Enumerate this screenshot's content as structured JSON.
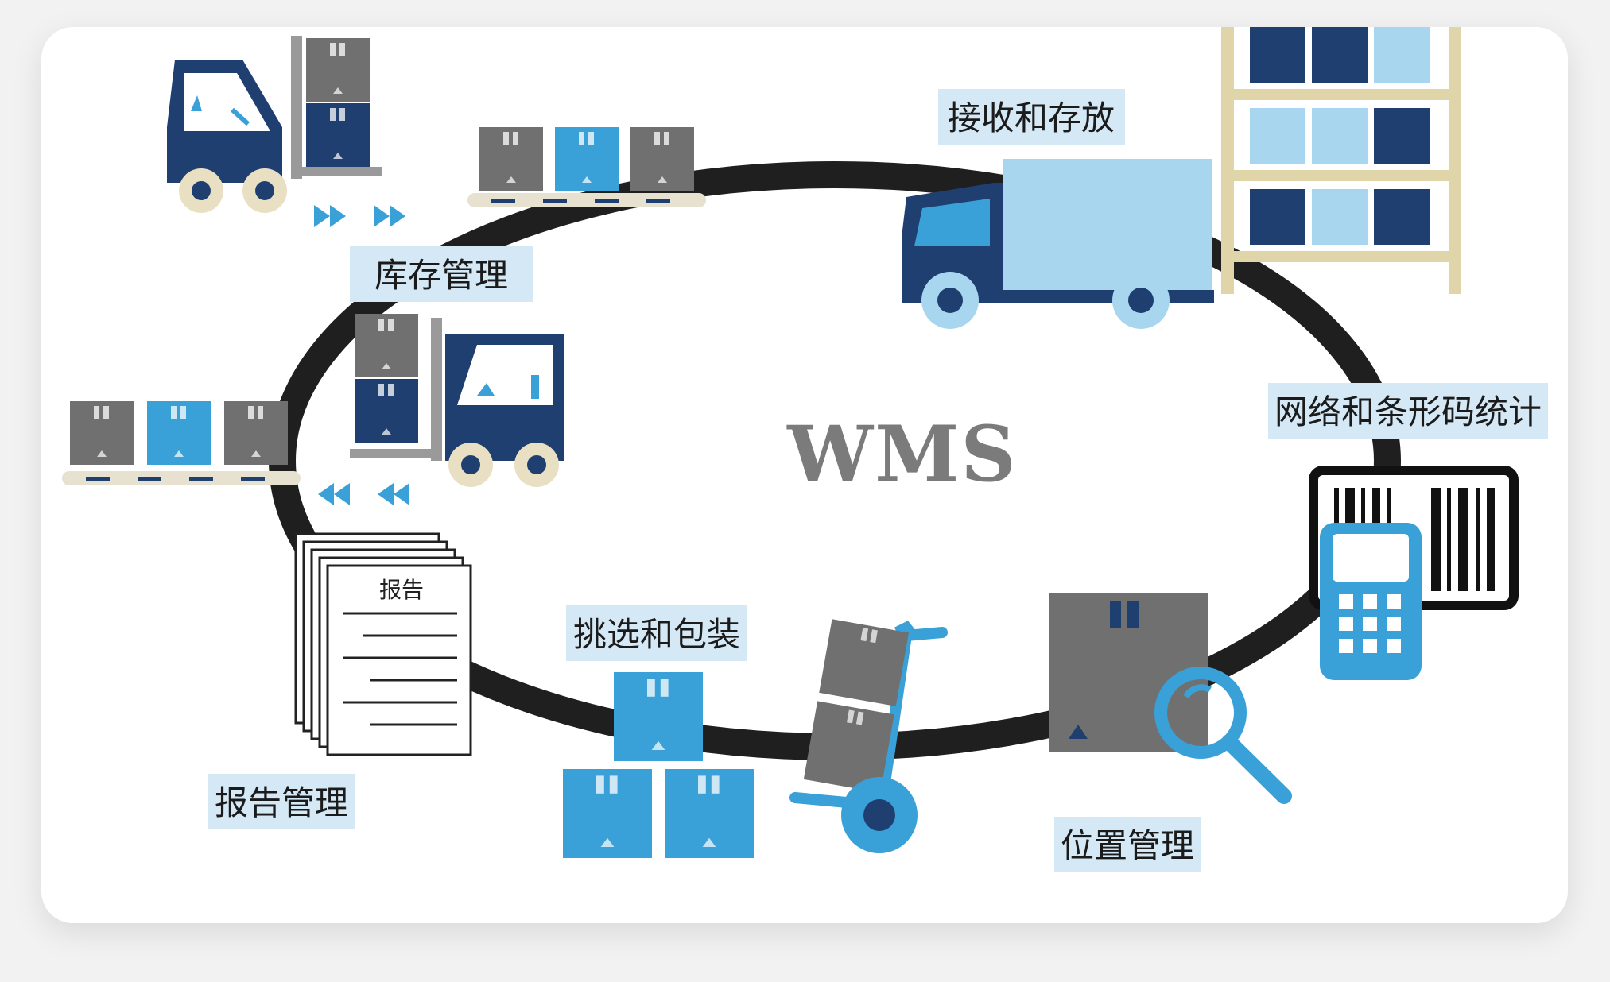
{
  "diagram": {
    "center_title": "WMS",
    "labels": {
      "receiving": "接收和存放",
      "inventory": "库存管理",
      "network_barcode": "网络和条形码统计",
      "picking_packing": "挑选和包装",
      "location": "位置管理",
      "report_mgmt": "报告管理"
    },
    "document_title": "报告",
    "colors": {
      "navy": "#1f3f70",
      "blue": "#3aa1d8",
      "light_blue": "#a9d6ef",
      "gray": "#707070",
      "ring": "#1f1f1f",
      "label_bg": "#d4e8f5",
      "wheel": "#e9e0c4",
      "conveyor": "#e7e1cf",
      "shelf": "#e0d5a8"
    }
  }
}
